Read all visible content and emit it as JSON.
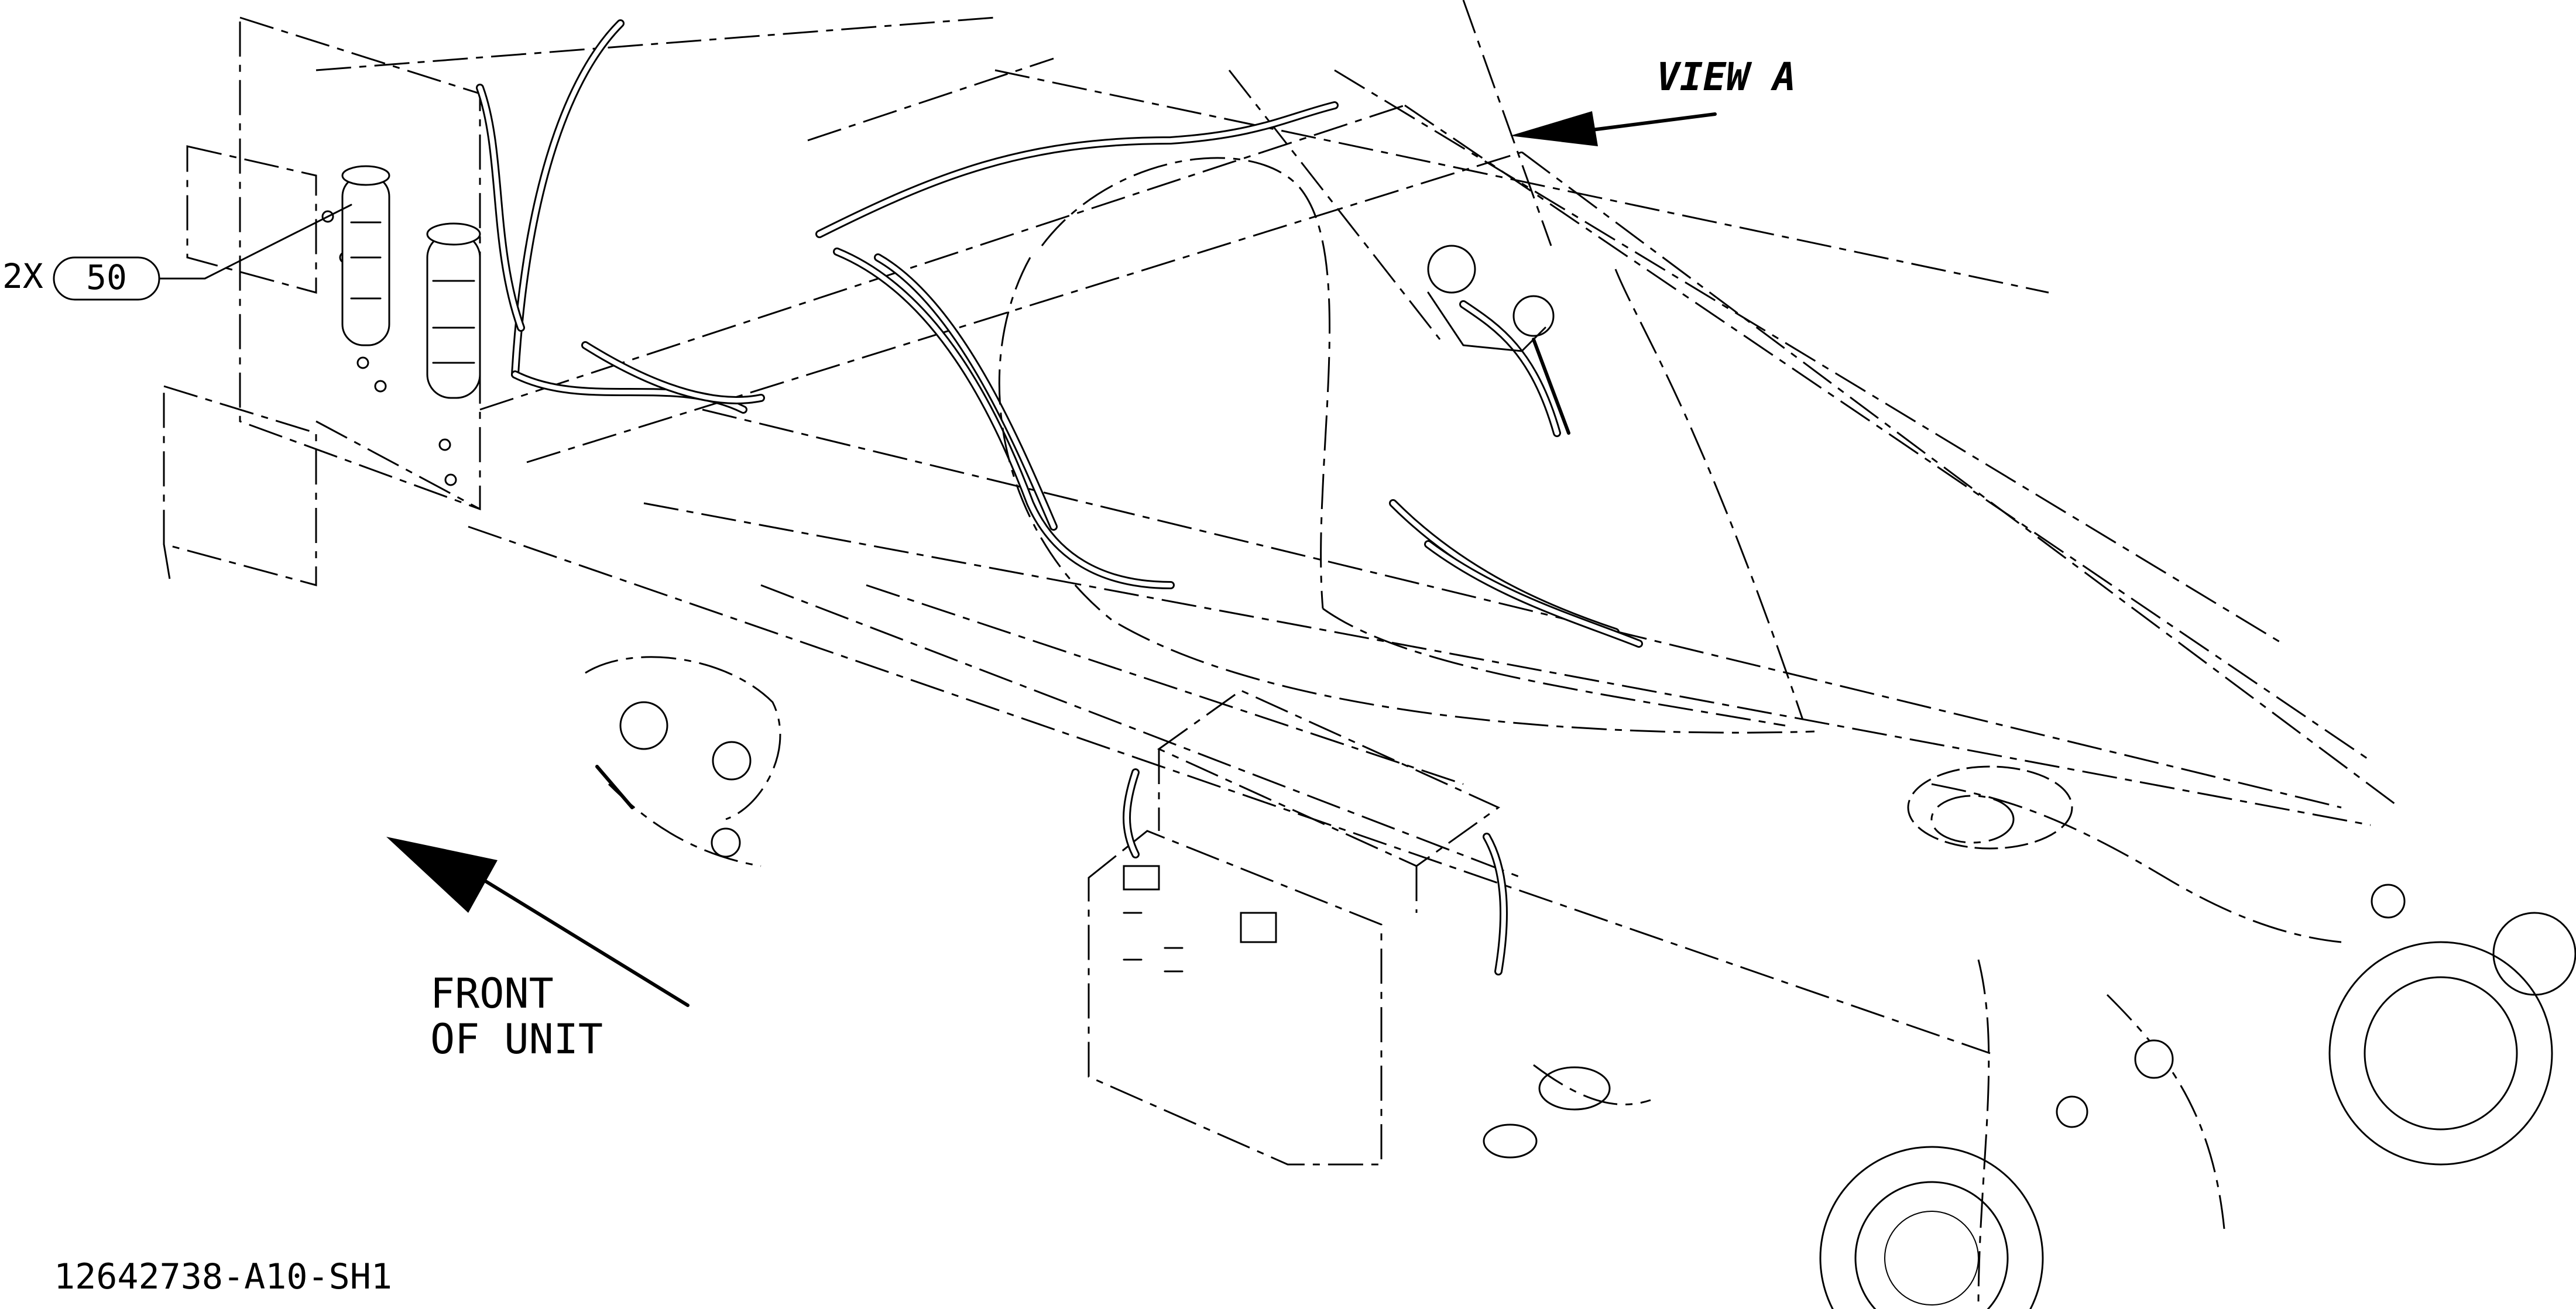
{
  "drawing": {
    "callout": {
      "quantity": "2X",
      "item": "50"
    },
    "view_label": "VIEW A",
    "front_label": {
      "line1": "FRONT",
      "line2": "OF UNIT"
    },
    "drawing_number": "12642738-A10-SH1"
  }
}
